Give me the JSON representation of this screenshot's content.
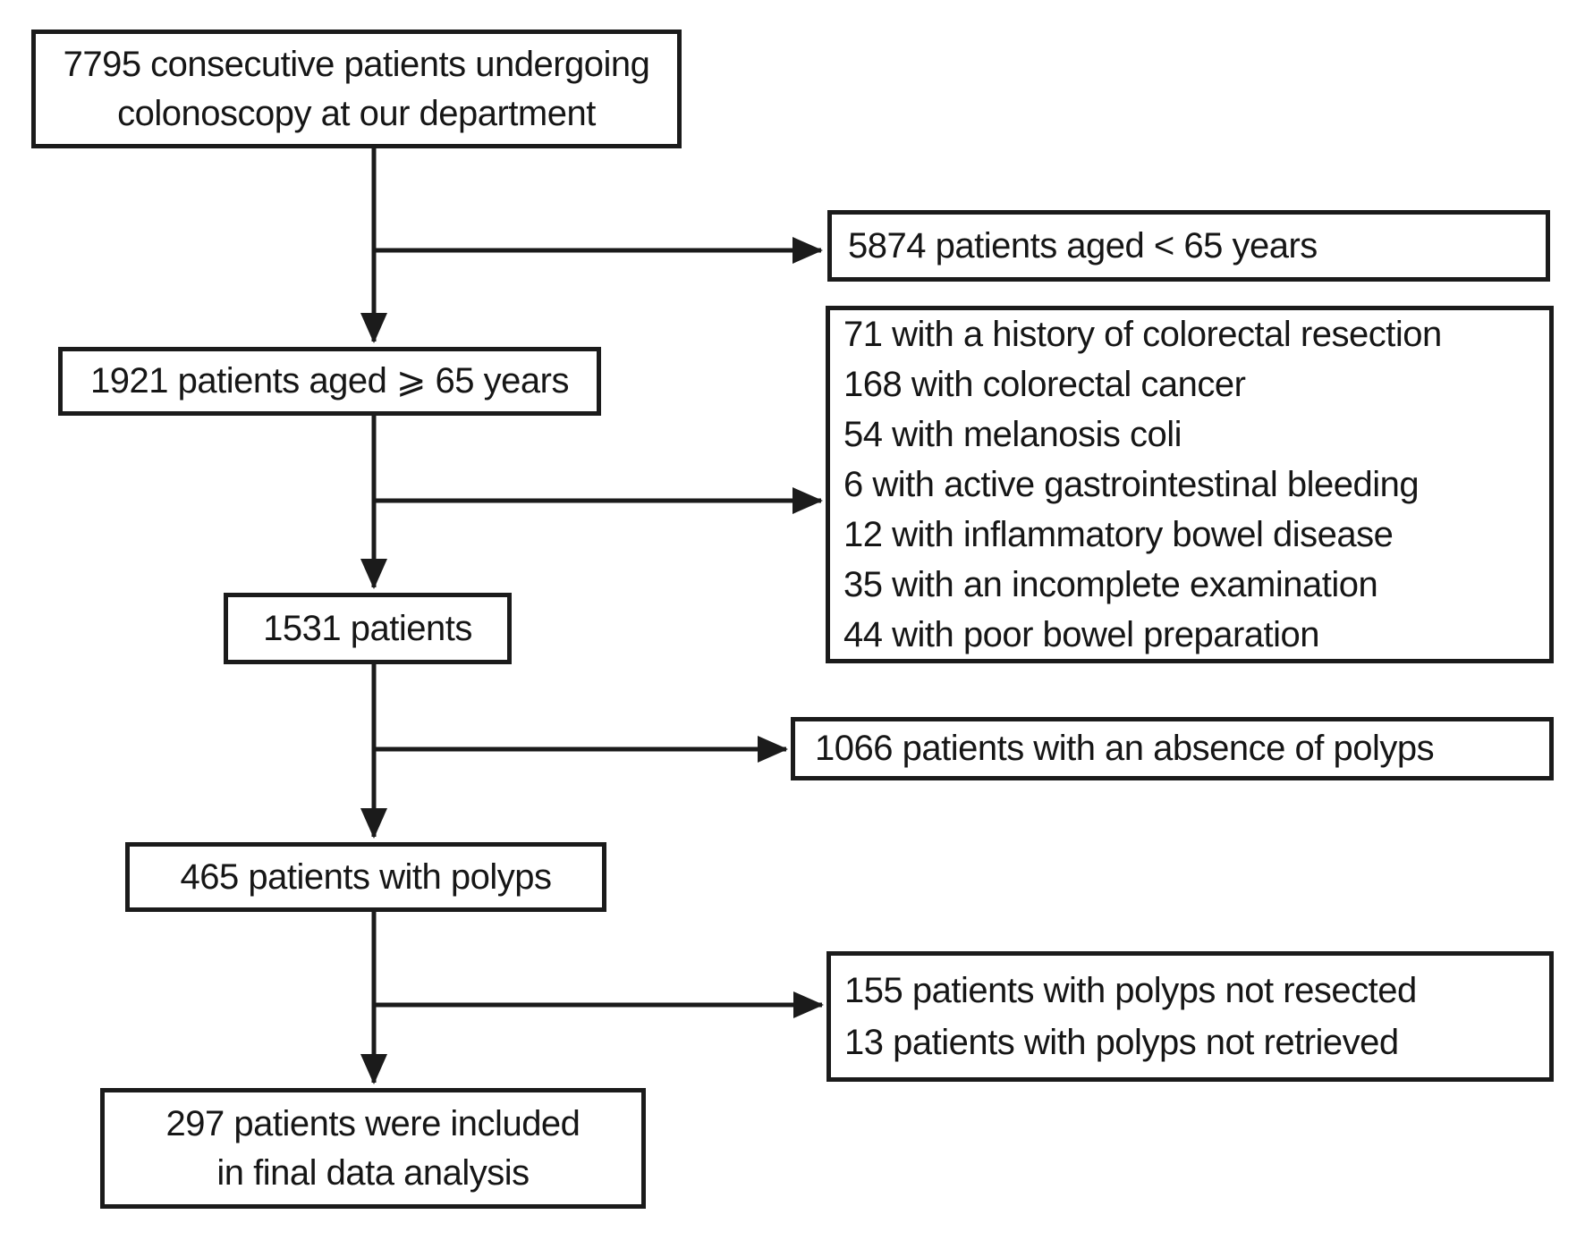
{
  "flowchart": {
    "nodes": {
      "total": {
        "lines": [
          "7795 consecutive patients undergoing",
          "colonoscopy at our department"
        ]
      },
      "under65": {
        "lines": [
          "5874 patients aged < 65 years"
        ]
      },
      "aged65plus": {
        "lines": [
          "1921 patients aged ⩾ 65 years"
        ]
      },
      "exclusions": {
        "lines": [
          "71 with a history of colorectal resection",
          "168 with colorectal cancer",
          "54 with melanosis coli",
          "6 with active gastrointestinal bleeding",
          "12 with inflammatory bowel disease",
          "35 with an incomplete examination",
          "44 with poor bowel preparation"
        ]
      },
      "remaining1531": {
        "lines": [
          "1531 patients"
        ]
      },
      "noPolyps": {
        "lines": [
          "1066 patients with an absence of polyps"
        ]
      },
      "withPolyps": {
        "lines": [
          "465 patients with polyps"
        ]
      },
      "polypsNotAnalyzed": {
        "lines": [
          "155 patients with polyps not resected",
          "13 patients with polyps not retrieved"
        ]
      },
      "finalAnalysis": {
        "lines": [
          "297 patients were included",
          "in final data analysis"
        ]
      }
    },
    "colors": {
      "line": "#1b1b1b",
      "text": "#161616",
      "background": "#ffffff"
    }
  }
}
